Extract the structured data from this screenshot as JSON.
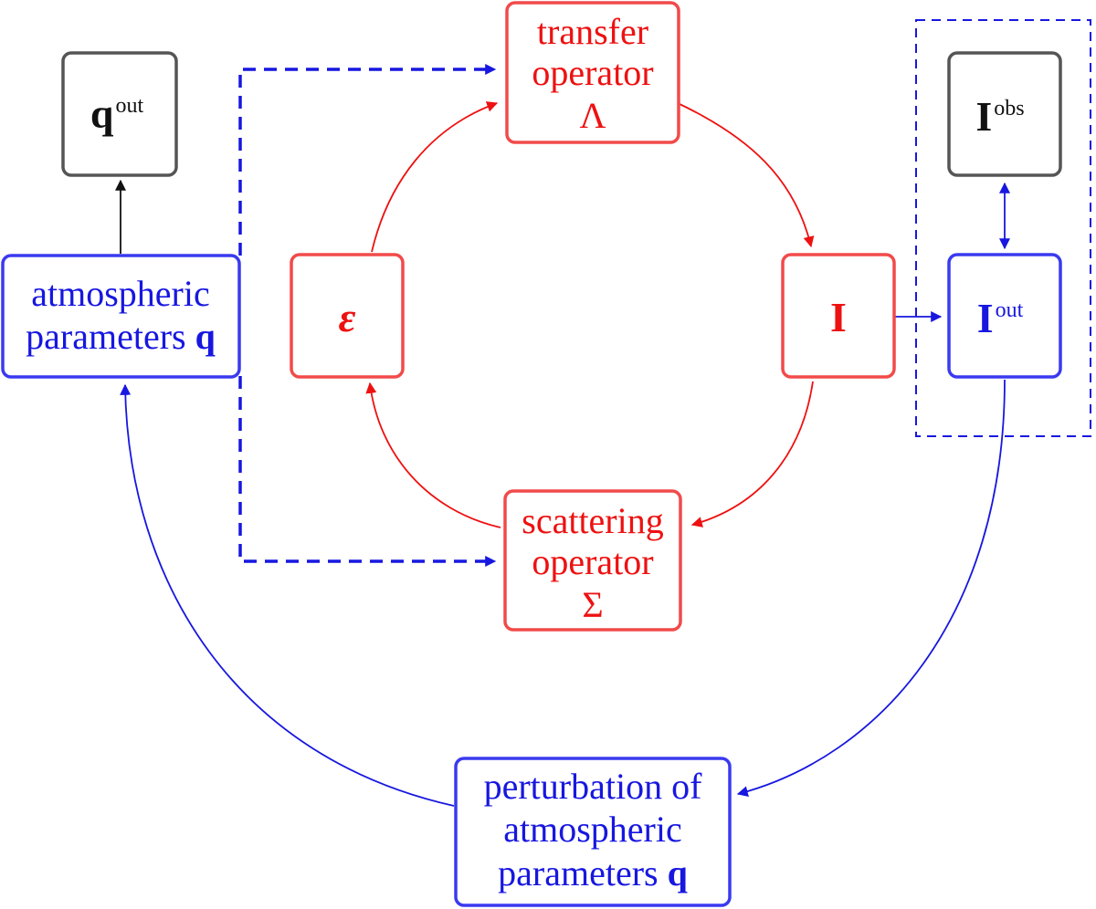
{
  "colors": {
    "red": "#ee1111",
    "blue": "#1717e0",
    "dark": "#111111",
    "dark_border": "#555555"
  },
  "nodes": {
    "transfer": {
      "line1": "transfer",
      "line2": "operator",
      "symbol": "Λ"
    },
    "scattering": {
      "line1": "scattering",
      "line2": "operator",
      "symbol": "Σ"
    },
    "epsilon": {
      "symbol": "ε"
    },
    "intensity": {
      "symbol": "I"
    },
    "i_out": {
      "base": "I",
      "sup": "out"
    },
    "i_obs": {
      "base": "I",
      "sup": "obs"
    },
    "q_out": {
      "base": "q",
      "sup": "out"
    },
    "atmos": {
      "line1": "atmospheric",
      "line2_text": "parameters",
      "line2_symbol": "q"
    },
    "perturb": {
      "line1": "perturbation of",
      "line2": "atmospheric",
      "line3_text": "parameters",
      "line3_symbol": "q"
    }
  }
}
